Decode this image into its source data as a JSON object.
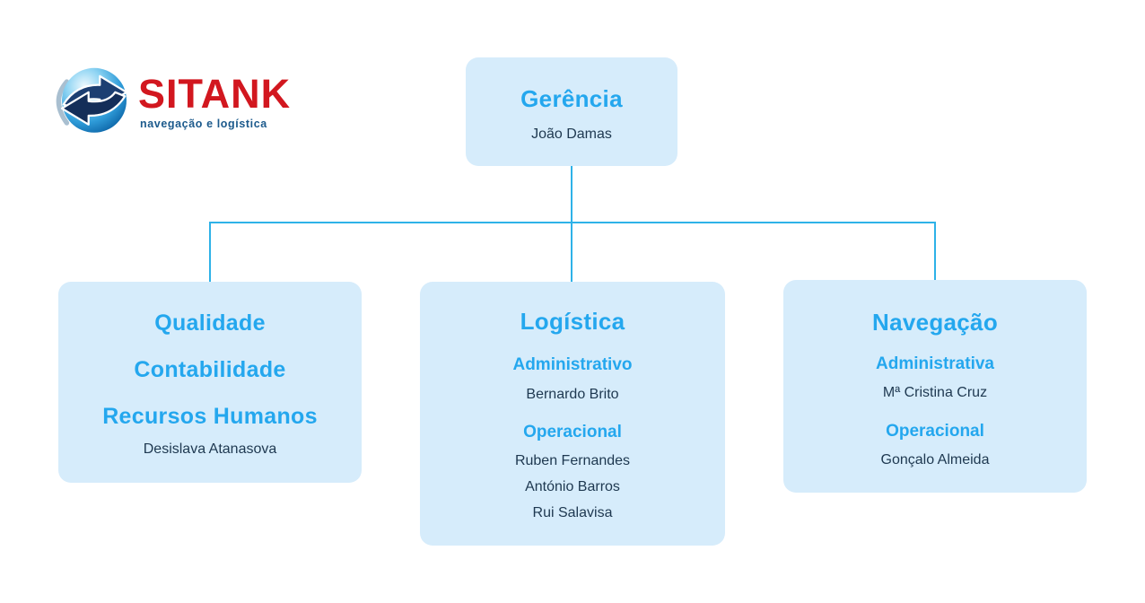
{
  "logo": {
    "brand": "SITANK",
    "tagline": "navegação e logística",
    "icon": "globe-with-swirl-arrows-icon",
    "brand_color": "#d2171f",
    "tagline_color": "#1c5a8c"
  },
  "colors": {
    "box_background": "#d6ecfb",
    "heading_blue": "#24a7ee",
    "name_navy": "#1e3850",
    "connector_blue": "#2eb2e8",
    "page_background": "#ffffff"
  },
  "org": {
    "root": {
      "title": "Gerência",
      "member": "João Damas"
    },
    "departments": [
      {
        "id": "qualidade-contabilidade-rh",
        "titles": [
          "Qualidade",
          "Contabilidade",
          "Recursos Humanos"
        ],
        "member": "Desislava Atanasova"
      },
      {
        "id": "logistica",
        "title": "Logística",
        "sections": [
          {
            "label": "Administrativo",
            "members": [
              "Bernardo Brito"
            ]
          },
          {
            "label": "Operacional",
            "members": [
              "Ruben Fernandes",
              "António Barros",
              "Rui Salavisa"
            ]
          }
        ]
      },
      {
        "id": "navegacao",
        "title": "Navegação",
        "sections": [
          {
            "label": "Administrativa",
            "members": [
              "Mª Cristina Cruz"
            ]
          },
          {
            "label": "Operacional",
            "members": [
              "Gonçalo Almeida"
            ]
          }
        ]
      }
    ]
  }
}
